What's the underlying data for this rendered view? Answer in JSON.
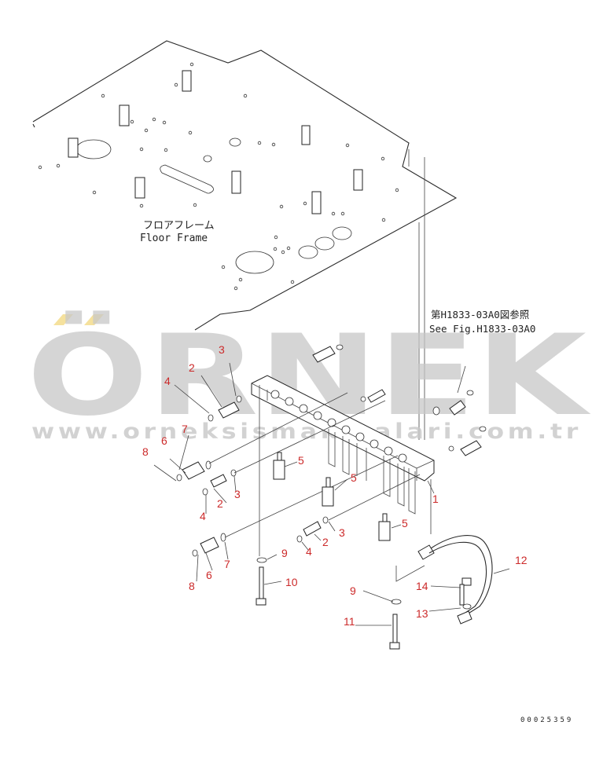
{
  "labels": {
    "floor_frame_jp": "フロアフレーム",
    "floor_frame_en": "Floor Frame",
    "ref_jp": "第H1833-03A0図参照",
    "ref_en": "See Fig.H1833-03A0",
    "drawing_code": "00025359"
  },
  "watermark": {
    "brand": "ÖRNEK",
    "site": "www.orneksismakinalari.com.tr"
  },
  "callouts": [
    "3",
    "2",
    "4",
    "7",
    "6",
    "8",
    "2",
    "3",
    "4",
    "5",
    "5",
    "3",
    "2",
    "4",
    "5",
    "1",
    "9",
    "10",
    "8",
    "6",
    "7",
    "9",
    "14",
    "12",
    "13",
    "11"
  ],
  "colors": {
    "callout": "#cc2a2a",
    "line": "#2a2a2a",
    "watermark": "#c8c8c8",
    "watermark_accent": "#f3dc8c"
  }
}
